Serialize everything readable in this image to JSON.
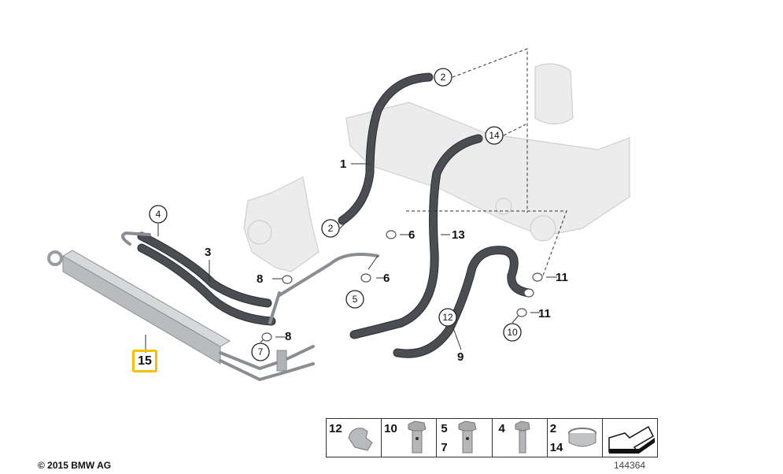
{
  "callouts": {
    "c1": "1",
    "c2a": "2",
    "c2b": "2",
    "c3": "3",
    "c4": "4",
    "c5": "5",
    "c6a": "6",
    "c6b": "6",
    "c7": "7",
    "c8a": "8",
    "c8b": "8",
    "c9": "9",
    "c10": "10",
    "c11a": "11",
    "c11b": "11",
    "c12": "12",
    "c13": "13",
    "c14": "14",
    "c15": "15"
  },
  "legend": [
    {
      "labels": [
        "12"
      ],
      "part": "clip"
    },
    {
      "labels": [
        "10"
      ],
      "part": "banjo-bolt"
    },
    {
      "labels": [
        "5",
        "7"
      ],
      "part": "banjo-bolt"
    },
    {
      "labels": [
        "4"
      ],
      "part": "hex-bolt"
    },
    {
      "labels": [
        "2",
        "14"
      ],
      "part": "hose-clamp"
    },
    {
      "labels": [],
      "part": "direction-arrow"
    }
  ],
  "highlight_color": "#f2c200",
  "copyright": "© 2015 BMW AG",
  "diagram_number": "144364"
}
